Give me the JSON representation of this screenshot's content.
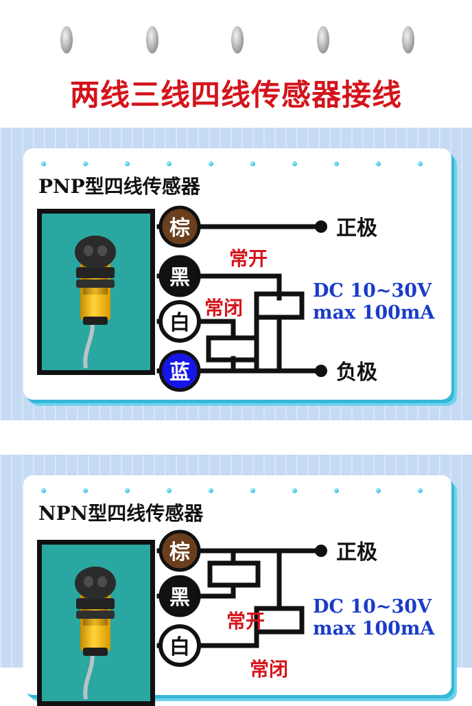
{
  "page": {
    "title": "两线三线四线传感器接线"
  },
  "pnp": {
    "title": "PNP型四线传感器",
    "wires": {
      "brown": "棕",
      "black": "黑",
      "white": "白",
      "blue": "蓝"
    },
    "labels": {
      "positive": "正极",
      "negative": "负极",
      "no": "常开",
      "nc": "常闭"
    },
    "power": {
      "line1": "DC 10~30V",
      "line2": "max 100mA"
    }
  },
  "npn": {
    "title": "NPN型四线传感器",
    "wires": {
      "brown": "棕",
      "black": "黑",
      "white": "白"
    },
    "labels": {
      "positive": "正极",
      "no": "常开",
      "nc": "常闭"
    },
    "power": {
      "line1": "DC 10~30V",
      "line2": "max 100mA"
    }
  },
  "colors": {
    "title_red": "#d4141c",
    "brown": "#6b3f1e",
    "blue": "#1616e6",
    "label_blue": "#1a3cc8",
    "teal": "#2aa7a0"
  }
}
